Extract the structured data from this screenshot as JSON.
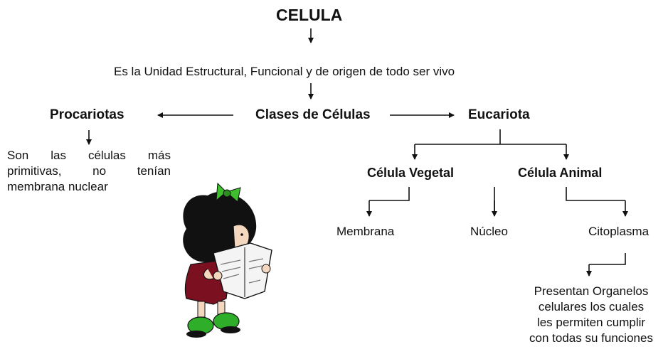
{
  "title": "CELULA",
  "definition": "Es la Unidad Estructural, Funcional y de origen de todo ser vivo",
  "center_node": "Clases de Células",
  "left_node": {
    "label": "Procariotas",
    "description_lines": [
      "Son las células más",
      "primitivas, no tenían"
    ],
    "description_last": "membrana nuclear"
  },
  "right_node": {
    "label": "Eucariota",
    "children": [
      "Célula Vegetal",
      "Célula Animal"
    ]
  },
  "parts": [
    "Membrana",
    "Núcleo",
    "Citoplasma"
  ],
  "citoplasma_description": [
    "Presentan Organelos",
    "celulares los cuales",
    "les permiten cumplir",
    "con todas su funciones"
  ],
  "illustration": {
    "icon": "mafalda-reading-newspaper",
    "colors": {
      "hair": "#111111",
      "bow": "#3fbf2e",
      "dress": "#7a1020",
      "shoes": "#2fae2a",
      "skin": "#f3d7bf"
    }
  }
}
